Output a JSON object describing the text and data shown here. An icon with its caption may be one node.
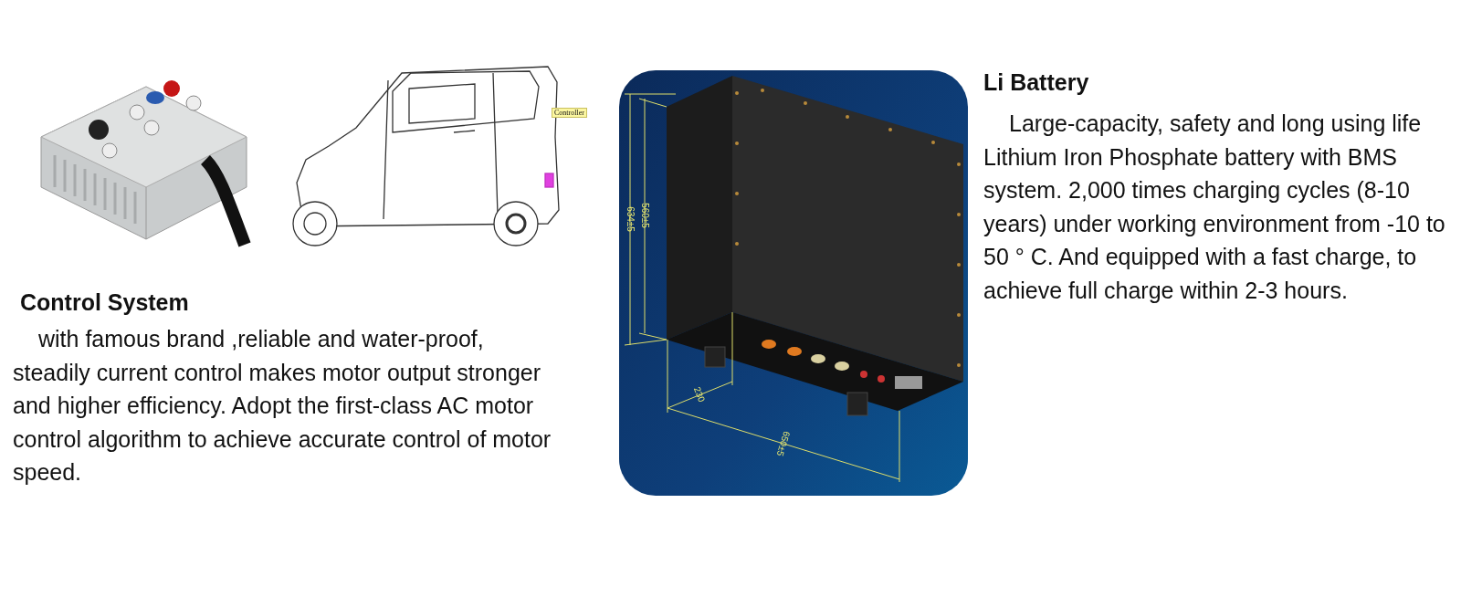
{
  "diagram": {
    "labels": [
      "Controller",
      "634±5",
      "560±5",
      "230",
      "650±5",
      "Li Battery",
      "Large-capacity, safety and long using life Lithium Iron Phosphate battery with BMS system. 2,000 times charging cycles (8-10 years) under working environment from -10 to 50 ° C. And equipped with a fast charge, to achieve full charge within 2-3 hours.",
      "Control System",
      "with famous brand ,reliable and water-proof, steadily current control makes motor output stronger and higher efficiency. Adopt the first-class AC motor control algorithm to achieve accurate control of motor speed."
    ]
  }
}
